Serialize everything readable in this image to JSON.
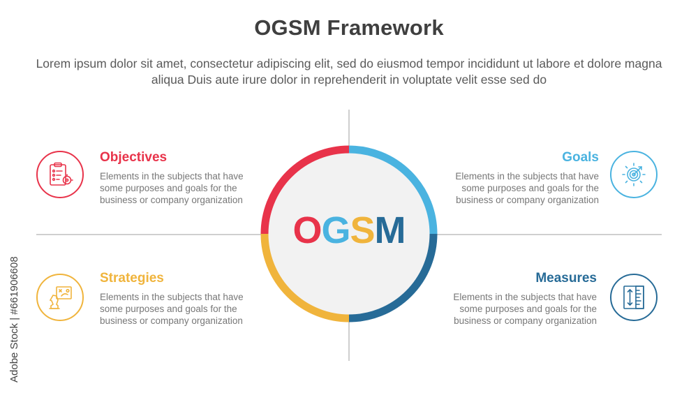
{
  "title": "OGSM Framework",
  "subtitle": "Lorem ipsum dolor sit amet, consectetur adipiscing elit, sed do eiusmod tempor incididunt ut labore et dolore magna aliqua Duis aute irure dolor in reprehenderit in voluptate velit esse sed do",
  "center": {
    "letters": [
      {
        "char": "O",
        "color": "#e8334a"
      },
      {
        "char": "G",
        "color": "#4ab3e0"
      },
      {
        "char": "S",
        "color": "#f0b43c"
      },
      {
        "char": "M",
        "color": "#276b97"
      }
    ]
  },
  "sections": {
    "objectives": {
      "title": "Objectives",
      "description": "Elements in the subjects that have some purposes and goals for the business or company organization",
      "color": "#e8334a",
      "icon": "clipboard-target-icon"
    },
    "goals": {
      "title": "Goals",
      "description": "Elements in the subjects that have some purposes and goals for the business or company organization",
      "color": "#4ab3e0",
      "icon": "target-arrow-icon"
    },
    "strategies": {
      "title": "Strategies",
      "description": "Elements in the subjects that have some purposes and goals for the business or company organization",
      "color": "#f0b43c",
      "icon": "chess-knight-board-icon"
    },
    "measures": {
      "title": "Measures",
      "description": "Elements in the subjects that have some purposes and goals for the business or company organization",
      "color": "#276b97",
      "icon": "ruler-measure-icon"
    }
  },
  "watermark": "Adobe Stock | #661906608"
}
